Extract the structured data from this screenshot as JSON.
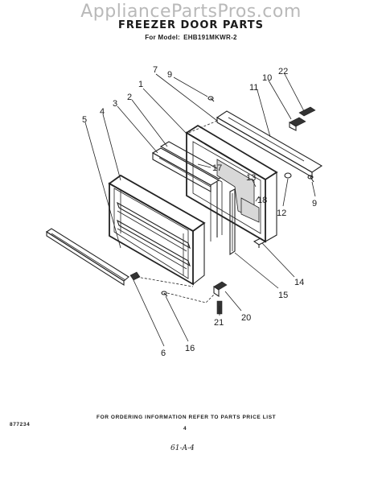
{
  "watermark": "AppliancePartsPros.com",
  "title": "FREEZER DOOR PARTS",
  "model_prefix": "For Model:",
  "model": "EHB191MKWR-2",
  "callouts": [
    {
      "id": "1",
      "label": "1"
    },
    {
      "id": "2",
      "label": "2"
    },
    {
      "id": "3",
      "label": "3"
    },
    {
      "id": "4",
      "label": "4"
    },
    {
      "id": "5",
      "label": "5"
    },
    {
      "id": "6",
      "label": "6"
    },
    {
      "id": "7",
      "label": "7"
    },
    {
      "id": "9a",
      "label": "9"
    },
    {
      "id": "9b",
      "label": "9"
    },
    {
      "id": "10",
      "label": "10"
    },
    {
      "id": "11",
      "label": "11"
    },
    {
      "id": "12",
      "label": "12"
    },
    {
      "id": "13",
      "label": "13"
    },
    {
      "id": "14",
      "label": "14"
    },
    {
      "id": "15",
      "label": "15"
    },
    {
      "id": "16",
      "label": "16"
    },
    {
      "id": "17",
      "label": "17"
    },
    {
      "id": "18",
      "label": "18"
    },
    {
      "id": "20",
      "label": "20"
    },
    {
      "id": "21",
      "label": "21"
    },
    {
      "id": "22",
      "label": "22"
    }
  ],
  "footer": {
    "part_code": "877234",
    "instruction": "FOR ORDERING INFORMATION REFER TO PARTS PRICE LIST",
    "page_number": "4",
    "handwritten": "61-A-4"
  }
}
